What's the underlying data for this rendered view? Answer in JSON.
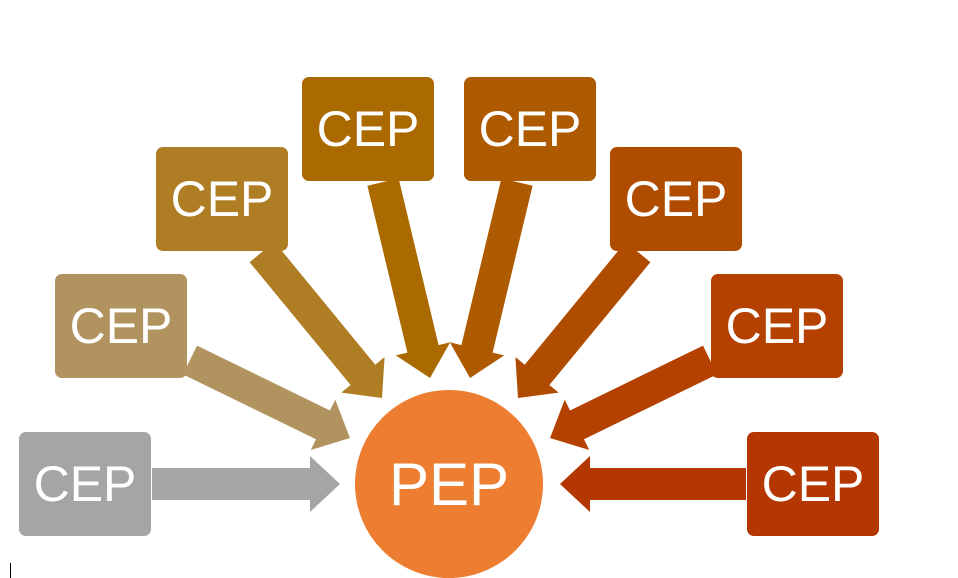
{
  "hub": {
    "label": "PEP",
    "color": "#ed7d31"
  },
  "nodes": [
    {
      "label": "CEP",
      "color": "#a5a5a5"
    },
    {
      "label": "CEP",
      "color": "#b0935e"
    },
    {
      "label": "CEP",
      "color": "#af7d24"
    },
    {
      "label": "CEP",
      "color": "#aa6a00"
    },
    {
      "label": "CEP",
      "color": "#ae5a00"
    },
    {
      "label": "CEP",
      "color": "#b04c00"
    },
    {
      "label": "CEP",
      "color": "#b44100"
    },
    {
      "label": "CEP",
      "color": "#b43600"
    }
  ]
}
